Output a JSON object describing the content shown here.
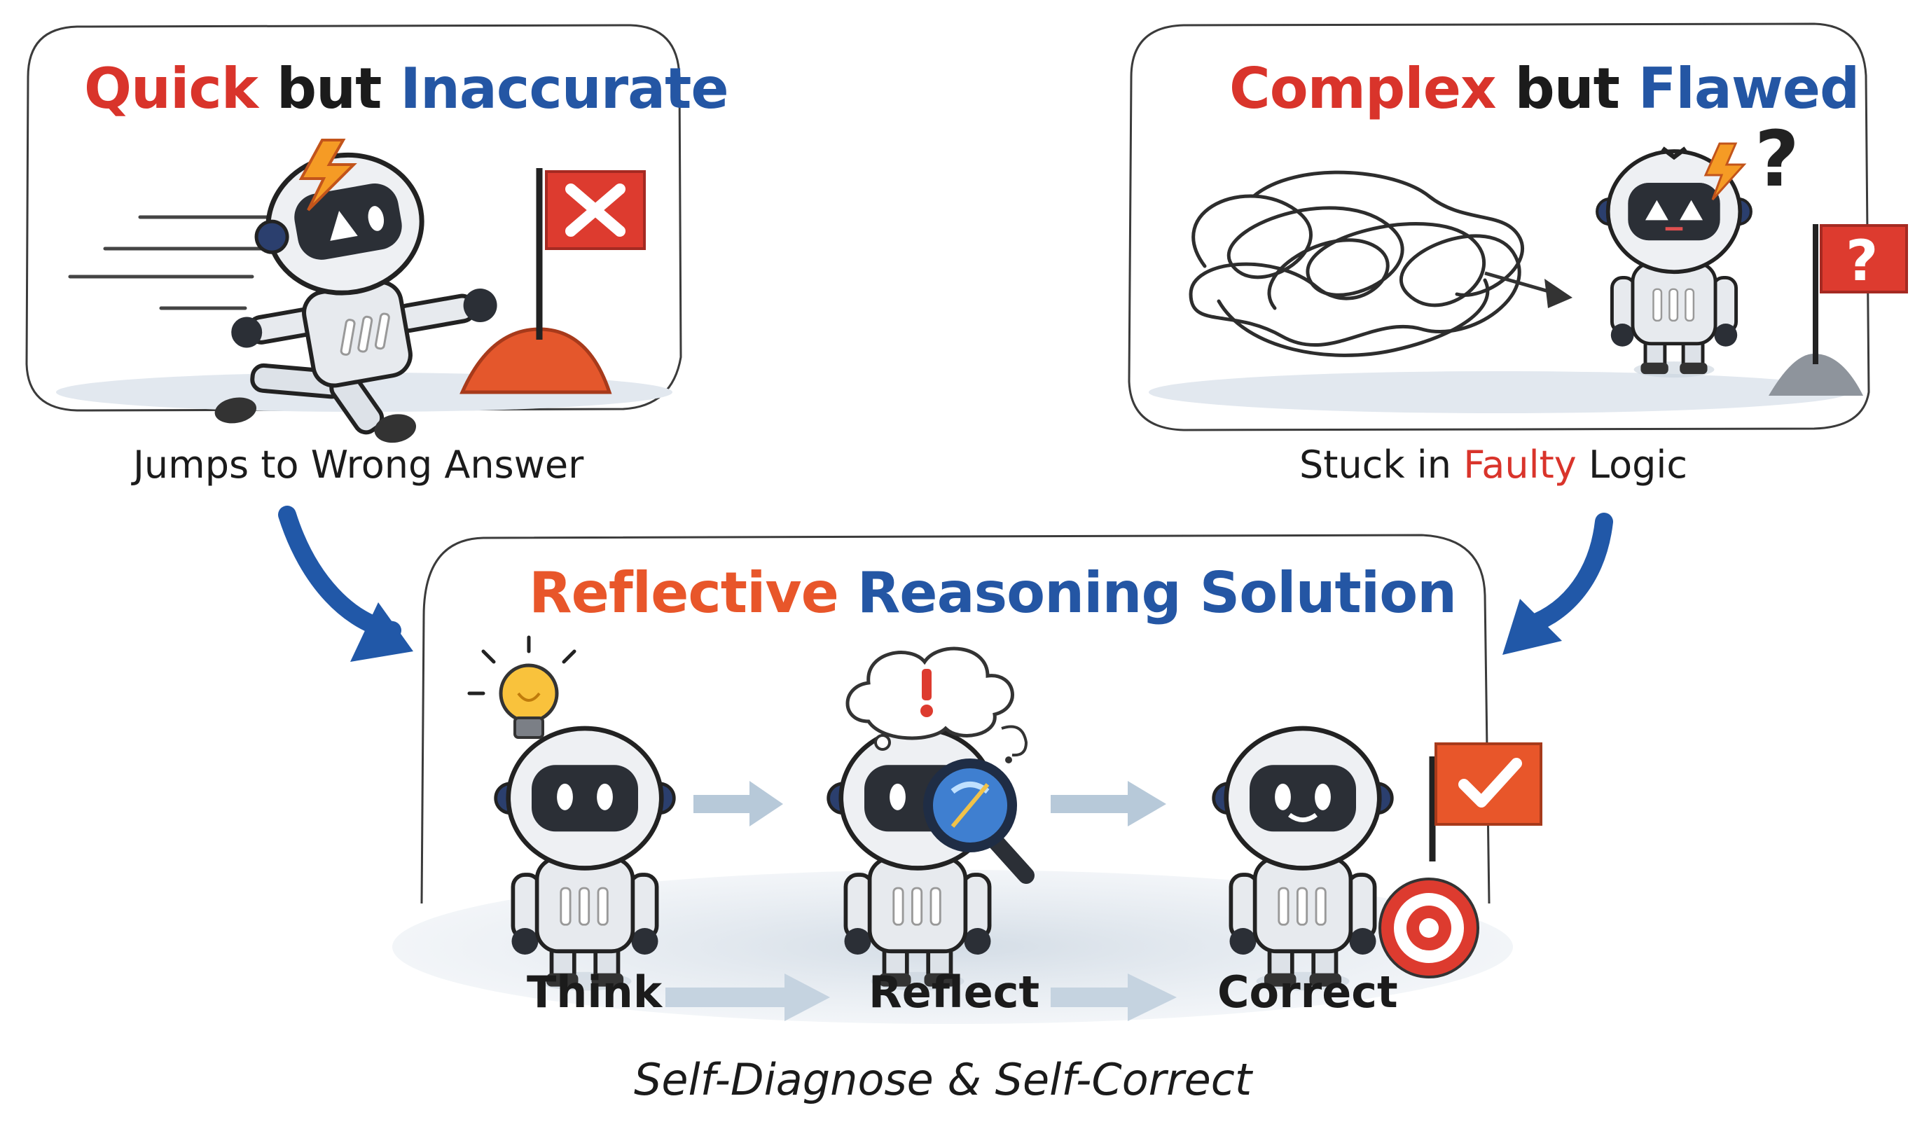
{
  "panels": {
    "quick": {
      "title_word_1": "Quick",
      "title_word_2": "but",
      "title_word_3": "Inaccurate",
      "caption": "Jumps to Wrong Answer"
    },
    "complex": {
      "title_word_1": "Complex",
      "title_word_2": "but",
      "title_word_3": "Flawed",
      "caption_part_1": "Stuck in",
      "caption_part_2": "Faulty",
      "caption_part_3": "Logic"
    },
    "solution": {
      "title_word_1": "Reflective",
      "title_word_2": "Reasoning Solution",
      "steps": [
        "Think",
        "Reflect",
        "Correct"
      ],
      "footer": "Self-Diagnose & Self-Correct"
    }
  },
  "colors": {
    "red": "#d9342b",
    "blue": "#2456a4",
    "orange": "#e8562a",
    "arrow_blue": "#2158a8",
    "robot_visor": "#2b2f36",
    "robot_body": "#e7eaee",
    "light_arrow": "#b7c9d9"
  }
}
